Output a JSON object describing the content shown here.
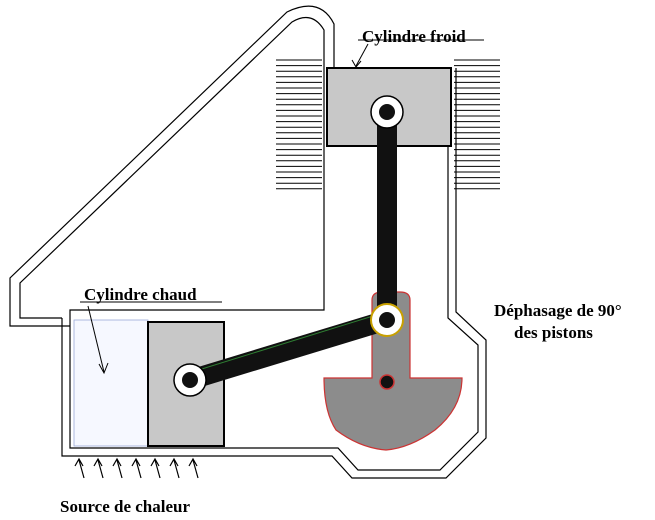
{
  "labels": {
    "cold_cylinder": "Cylindre froid",
    "hot_cylinder": "Cylindre chaud",
    "heat_source": "Source de chaleur",
    "phase_line1": "Déphasage de 90°",
    "phase_line2": "des pistons"
  },
  "colors": {
    "piston": "#c8c8c8",
    "rod": "#111111",
    "flywheel": "#8c8c8c",
    "outline": "#000000",
    "background": "#ffffff"
  }
}
